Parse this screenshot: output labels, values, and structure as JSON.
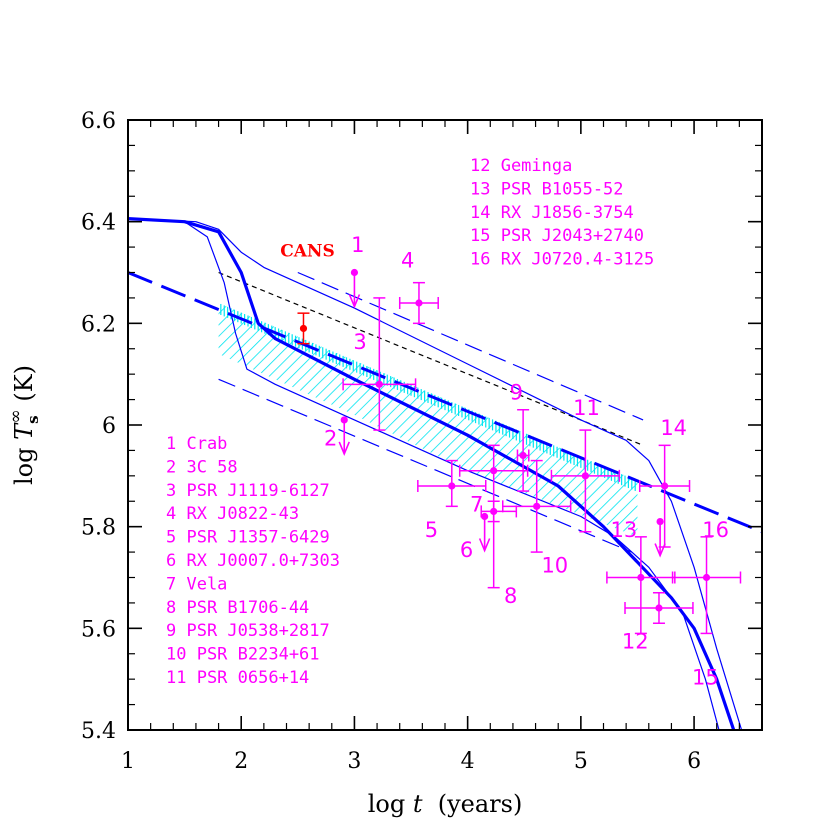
{
  "chart_data": {
    "type": "scatter",
    "xlabel": {
      "pre": "log ",
      "italic": "t",
      "post": "  (years)"
    },
    "ylabel": {
      "pre": "log ",
      "italic": "T",
      "sub": "s",
      "sup": "∞",
      "post": " (K)"
    },
    "xlim": [
      1,
      6.6
    ],
    "ylim": [
      5.4,
      6.6
    ],
    "xticks": [
      "1",
      "2",
      "3",
      "4",
      "5",
      "6"
    ],
    "yticks": [
      "5.4",
      "5.6",
      "5.8",
      "6",
      "6.2",
      "6.4",
      "6.6"
    ],
    "colors": {
      "data": "#ff00ff",
      "cans": "#ff0000",
      "curve": "#0000ff",
      "band": "#00e5f0",
      "ref": "#000000"
    },
    "cans": {
      "label": "CANS",
      "x": 2.55,
      "y": 6.19,
      "yerr": [
        0.03,
        0.03
      ]
    },
    "sources": [
      {
        "id": "1",
        "name": "Crab",
        "x": 3.0,
        "y": 6.3,
        "upper_limit": true
      },
      {
        "id": "2",
        "name": "3C 58",
        "x": 2.91,
        "y": 6.01,
        "upper_limit": true
      },
      {
        "id": "3",
        "name": "PSR J1119-6127",
        "x": 3.22,
        "y": 6.08,
        "xerr": [
          0.32,
          0.32
        ],
        "yerr": [
          0.09,
          0.17
        ]
      },
      {
        "id": "4",
        "name": "RX J0822-43",
        "x": 3.57,
        "y": 6.24,
        "xerr": [
          0.17,
          0.17
        ],
        "yerr": [
          0.04,
          0.04
        ]
      },
      {
        "id": "5",
        "name": "PSR J1357-6429",
        "x": 3.86,
        "y": 5.88,
        "xerr": [
          0.3,
          0.3
        ],
        "yerr": [
          0.04,
          0.05
        ]
      },
      {
        "id": "6",
        "name": "RX J0007.0+7303",
        "x": 4.15,
        "y": 5.82,
        "upper_limit": true
      },
      {
        "id": "7",
        "name": "Vela",
        "x": 4.23,
        "y": 5.83,
        "xerr": [
          0.11,
          0.2
        ],
        "yerr": [
          0.02,
          0.02
        ]
      },
      {
        "id": "8",
        "name": "PSR B1706-44",
        "x": 4.23,
        "y": 5.91,
        "xerr": [
          0.3,
          0.3
        ],
        "yerr": [
          0.23,
          0.05
        ]
      },
      {
        "id": "9",
        "name": "PSR J0538+2817",
        "x": 4.49,
        "y": 5.94,
        "xerr": [
          0.05,
          0.05
        ],
        "yerr": [
          0.07,
          0.09
        ]
      },
      {
        "id": "10",
        "name": "PSR B2234+61",
        "x": 4.61,
        "y": 5.84,
        "xerr": [
          0.3,
          0.3
        ],
        "yerr": [
          0.09,
          0.09
        ]
      },
      {
        "id": "11",
        "name": "PSR 0656+14",
        "x": 5.04,
        "y": 5.9,
        "xerr": [
          0.3,
          0.3
        ],
        "yerr": [
          0.11,
          0.09
        ]
      },
      {
        "id": "12",
        "name": "Geminga",
        "x": 5.53,
        "y": 5.7,
        "xerr": [
          0.3,
          0.3
        ],
        "yerr": [
          0.11,
          0.08
        ]
      },
      {
        "id": "13",
        "name": "PSR B1055-52",
        "x": 5.7,
        "y": 5.81,
        "upper_limit": true
      },
      {
        "id": "14",
        "name": "RX J1856-3754",
        "x": 5.74,
        "y": 5.88,
        "xerr": [
          0.22,
          0.22
        ],
        "yerr": [
          0.12,
          0.08
        ]
      },
      {
        "id": "15",
        "name": "PSR J2043+2740",
        "x": 5.69,
        "y": 5.64,
        "xerr": [
          0.3,
          0.3
        ],
        "yerr": [
          0.03,
          0.03
        ]
      },
      {
        "id": "16",
        "name": "RX J0720.4-3125",
        "x": 6.11,
        "y": 5.7,
        "xerr": [
          0.3,
          0.3
        ],
        "yerr": [
          0.11,
          0.08
        ]
      }
    ],
    "point_labels": [
      {
        "text": "1",
        "x": 3.03,
        "y": 6.34
      },
      {
        "text": "2",
        "x": 2.79,
        "y": 5.96
      },
      {
        "text": "3",
        "x": 3.05,
        "y": 6.15
      },
      {
        "text": "4",
        "x": 3.47,
        "y": 6.31
      },
      {
        "text": "5",
        "x": 3.68,
        "y": 5.78
      },
      {
        "text": "6",
        "x": 3.99,
        "y": 5.74
      },
      {
        "text": "7",
        "x": 4.08,
        "y": 5.83
      },
      {
        "text": "8",
        "x": 4.38,
        "y": 5.65
      },
      {
        "text": "9",
        "x": 4.43,
        "y": 6.05
      },
      {
        "text": "10",
        "x": 4.77,
        "y": 5.71
      },
      {
        "text": "11",
        "x": 5.05,
        "y": 6.02
      },
      {
        "text": "12",
        "x": 5.48,
        "y": 5.56
      },
      {
        "text": "13",
        "x": 5.38,
        "y": 5.78
      },
      {
        "text": "14",
        "x": 5.82,
        "y": 5.98
      },
      {
        "text": "15",
        "x": 6.1,
        "y": 5.49
      },
      {
        "text": "16",
        "x": 6.19,
        "y": 5.78
      }
    ],
    "curves": {
      "thick_solid": [
        [
          1,
          6.406
        ],
        [
          1.5,
          6.4
        ],
        [
          1.8,
          6.38
        ],
        [
          2.0,
          6.3
        ],
        [
          2.15,
          6.2
        ],
        [
          2.3,
          6.17
        ],
        [
          3,
          6.09
        ],
        [
          4,
          5.98
        ],
        [
          4.8,
          5.88
        ],
        [
          5.2,
          5.8
        ],
        [
          5.5,
          5.73
        ],
        [
          5.8,
          5.66
        ],
        [
          6.0,
          5.6
        ],
        [
          6.2,
          5.5
        ],
        [
          6.35,
          5.4
        ]
      ],
      "thin_upper": [
        [
          1,
          6.406
        ],
        [
          1.6,
          6.4
        ],
        [
          1.8,
          6.385
        ],
        [
          2.0,
          6.34
        ],
        [
          2.2,
          6.31
        ],
        [
          3,
          6.23
        ],
        [
          4,
          6.12
        ],
        [
          5,
          6.01
        ],
        [
          5.4,
          5.97
        ],
        [
          5.6,
          5.93
        ],
        [
          5.8,
          5.85
        ],
        [
          6.0,
          5.72
        ],
        [
          6.2,
          5.56
        ],
        [
          6.42,
          5.4
        ]
      ],
      "thin_lower": [
        [
          1,
          6.406
        ],
        [
          1.5,
          6.4
        ],
        [
          1.7,
          6.37
        ],
        [
          1.85,
          6.28
        ],
        [
          1.95,
          6.18
        ],
        [
          2.05,
          6.11
        ],
        [
          2.3,
          6.08
        ],
        [
          3,
          6.01
        ],
        [
          4,
          5.91
        ],
        [
          5,
          5.82
        ],
        [
          5.3,
          5.78
        ],
        [
          5.6,
          5.72
        ],
        [
          5.9,
          5.63
        ],
        [
          6.1,
          5.5
        ],
        [
          6.22,
          5.4
        ]
      ],
      "thick_dashed": [
        [
          1,
          6.3
        ],
        [
          6.6,
          5.79
        ]
      ],
      "thin_dashed_upper": [
        [
          2.5,
          6.3
        ],
        [
          5.55,
          6.01
        ]
      ],
      "thin_dashed_lower": [
        [
          1.8,
          6.09
        ],
        [
          5.45,
          5.75
        ]
      ],
      "ref_dashed": [
        [
          1.8,
          6.3
        ],
        [
          5.55,
          5.96
        ]
      ],
      "band_top": [
        [
          1.8,
          6.24
        ],
        [
          5.5,
          5.89
        ]
      ],
      "band_bottom": [
        [
          1.8,
          6.14
        ],
        [
          2.2,
          6.1
        ],
        [
          3,
          6.02
        ],
        [
          4,
          5.91
        ],
        [
          5.5,
          5.78
        ]
      ]
    }
  }
}
